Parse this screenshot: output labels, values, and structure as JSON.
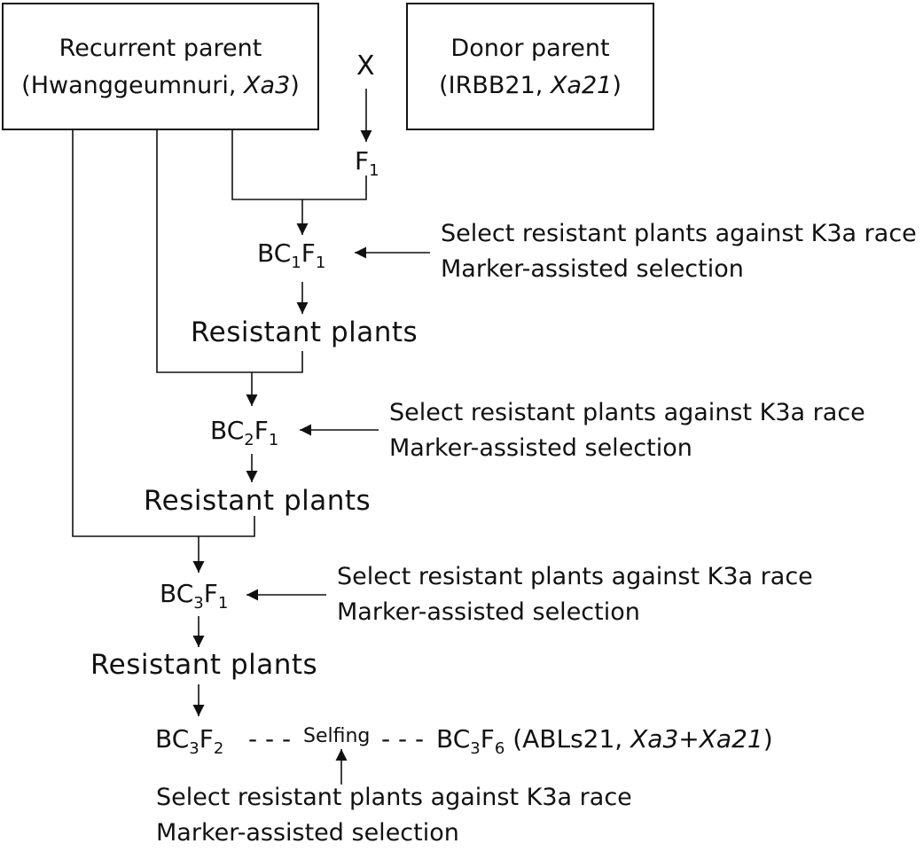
{
  "recurrent": {
    "line1": "Recurrent parent",
    "prefix": "(Hwanggeumnuri, ",
    "gene": "Xa3",
    "suffix": ")"
  },
  "donor": {
    "line1": "Donor parent",
    "prefix": "(IRBB21, ",
    "gene": "Xa21",
    "suffix": ")"
  },
  "cross": "X",
  "gen": {
    "f1": {
      "a": "F",
      "b": "1"
    },
    "bc1f1": {
      "a": "BC",
      "b": "1",
      "c": "F",
      "d": "1"
    },
    "bc2f1": {
      "a": "BC",
      "b": "2",
      "c": "F",
      "d": "1"
    },
    "bc3f1": {
      "a": "BC",
      "b": "3",
      "c": "F",
      "d": "1"
    },
    "bc3f2": {
      "a": "BC",
      "b": "3",
      "c": "F",
      "d": "2"
    },
    "bc3f6": {
      "a": "BC",
      "b": "3",
      "c": "F",
      "d": "6"
    }
  },
  "final_prefix": " (ABLs21, ",
  "final_gene1": "Xa3",
  "final_plus": "+",
  "final_gene2": "Xa21",
  "final_suffix": ")",
  "resistant": "Resistant  plants",
  "selection": {
    "line1": "Select resistant plants against K3a race",
    "line2": "Marker-assisted selection"
  },
  "selfing": {
    "dash": "- - -",
    "label": "Selfing"
  }
}
